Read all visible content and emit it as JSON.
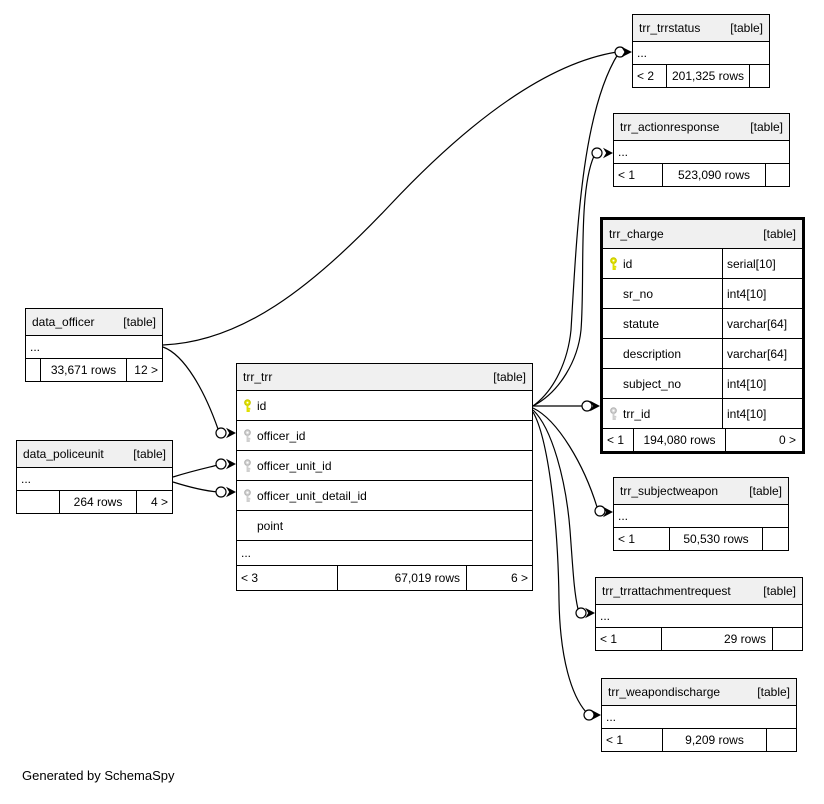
{
  "diagram": {
    "generated_by": "Generated by SchemaSpy"
  },
  "tables": [
    {
      "name": "trr_trrstatus",
      "type": "[table]",
      "ellipsis": "...",
      "stats": [
        "< 2",
        "201,325 rows",
        ""
      ]
    },
    {
      "name": "trr_actionresponse",
      "type": "[table]",
      "ellipsis": "...",
      "stats": [
        "< 1",
        "523,090 rows",
        ""
      ]
    },
    {
      "name": "trr_charge",
      "type": "[table]",
      "columns": [
        {
          "key": "primary",
          "name": "id",
          "datatype": "serial[10]"
        },
        {
          "key": "none",
          "name": "sr_no",
          "datatype": "int4[10]"
        },
        {
          "key": "none",
          "name": "statute",
          "datatype": "varchar[64]"
        },
        {
          "key": "none",
          "name": "description",
          "datatype": "varchar[64]"
        },
        {
          "key": "none",
          "name": "subject_no",
          "datatype": "int4[10]"
        },
        {
          "key": "foreign",
          "name": "trr_id",
          "datatype": "int4[10]"
        }
      ],
      "stats": [
        "< 1",
        "194,080 rows",
        "0 >"
      ]
    },
    {
      "name": "data_officer",
      "type": "[table]",
      "ellipsis": "...",
      "stats": [
        "",
        "33,671 rows",
        "12 >"
      ]
    },
    {
      "name": "data_policeunit",
      "type": "[table]",
      "ellipsis": "...",
      "stats": [
        "",
        "264 rows",
        "4 >"
      ]
    },
    {
      "name": "trr_trr",
      "type": "[table]",
      "ellipsis": "...",
      "columns": [
        {
          "key": "primary",
          "name": "id"
        },
        {
          "key": "foreign",
          "name": "officer_id"
        },
        {
          "key": "foreign",
          "name": "officer_unit_id"
        },
        {
          "key": "foreign",
          "name": "officer_unit_detail_id"
        },
        {
          "key": "none",
          "name": "point"
        }
      ],
      "stats": [
        "< 3",
        "67,019 rows",
        "6 >"
      ]
    },
    {
      "name": "trr_subjectweapon",
      "type": "[table]",
      "ellipsis": "...",
      "stats": [
        "< 1",
        "50,530 rows",
        ""
      ]
    },
    {
      "name": "trr_trrattachmentrequest",
      "type": "[table]",
      "ellipsis": "...",
      "stats": [
        "< 1",
        "29 rows",
        ""
      ]
    },
    {
      "name": "trr_weapondischarge",
      "type": "[table]",
      "ellipsis": "...",
      "stats": [
        "< 1",
        "9,209 rows",
        ""
      ]
    }
  ],
  "edges": [
    {
      "from": "data_officer",
      "to": "trr_trrstatus"
    },
    {
      "from": "trr_trr.id",
      "to": "trr_trrstatus"
    },
    {
      "from": "trr_trr.id",
      "to": "trr_actionresponse"
    },
    {
      "from": "trr_trr.id",
      "to": "trr_charge.trr_id"
    },
    {
      "from": "trr_trr.id",
      "to": "trr_subjectweapon"
    },
    {
      "from": "trr_trr.id",
      "to": "trr_trrattachmentrequest"
    },
    {
      "from": "trr_trr.id",
      "to": "trr_weapondischarge"
    },
    {
      "from": "data_officer",
      "to": "trr_trr.officer_id"
    },
    {
      "from": "data_policeunit",
      "to": "trr_trr.officer_unit_id"
    },
    {
      "from": "data_policeunit",
      "to": "trr_trr.officer_unit_detail_id"
    }
  ]
}
